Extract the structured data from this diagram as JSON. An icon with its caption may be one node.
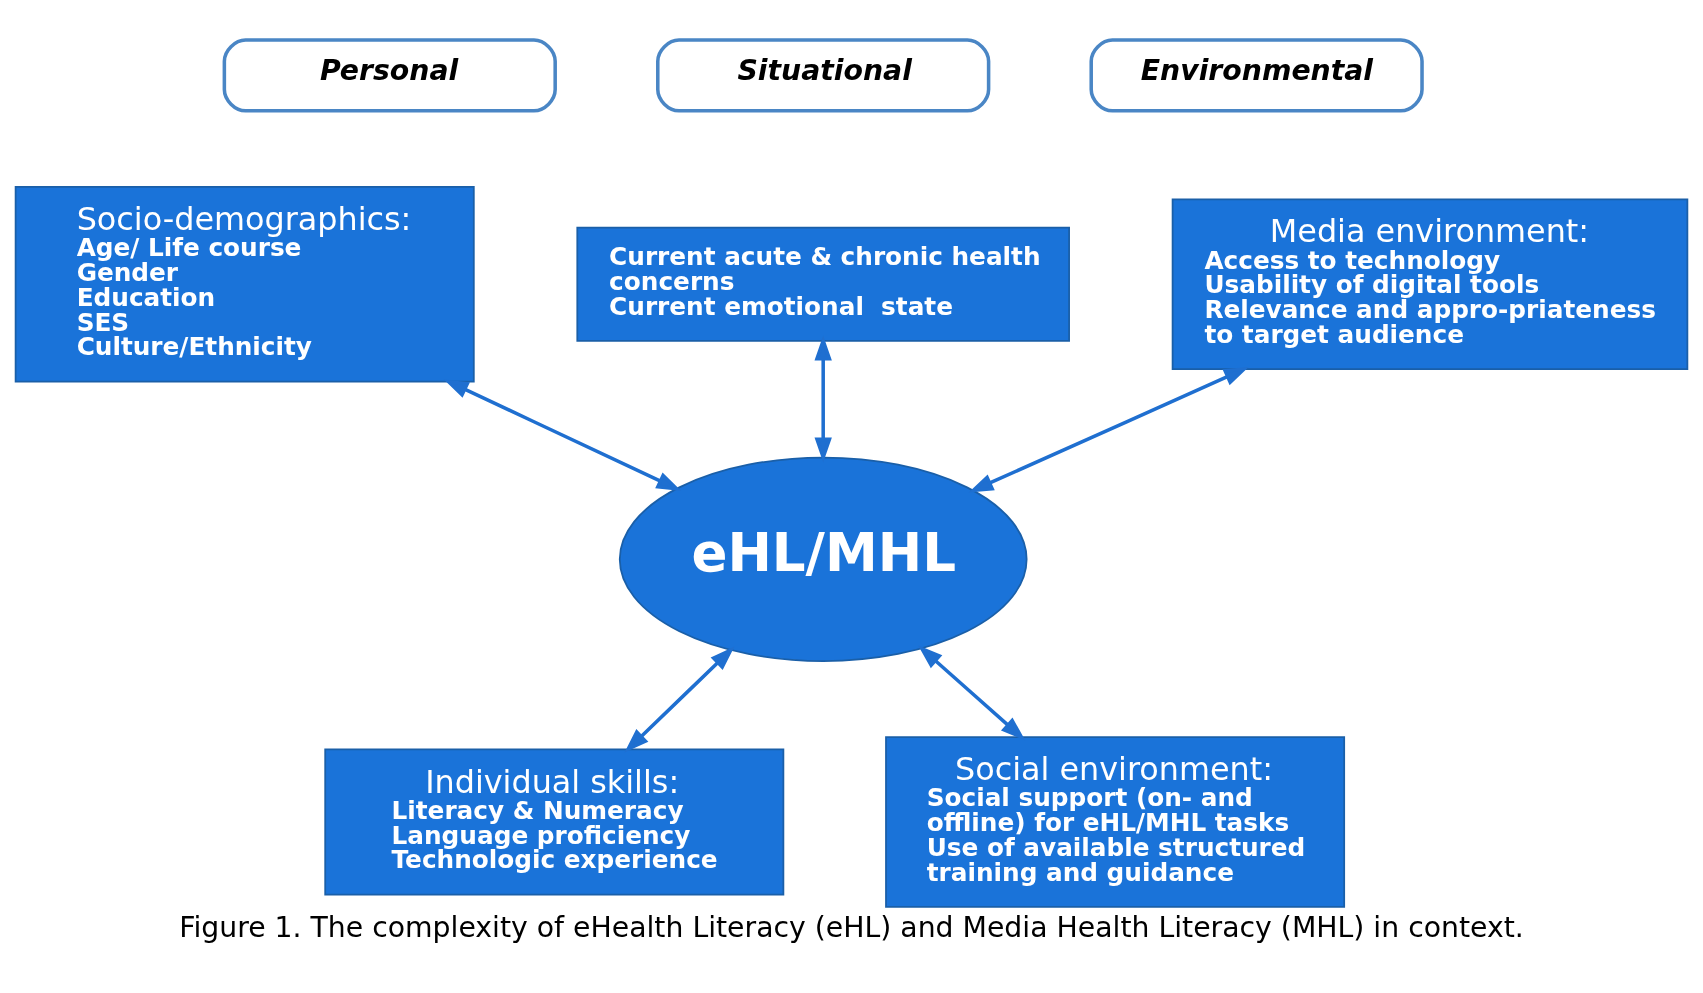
{
  "diagram": {
    "caption": "Figure 1. The complexity of eHealth Literacy (eHL) and Media Health Literacy (MHL) in context.",
    "nodes": [
      {
        "text": [
          "Personal"
        ]
      },
      {
        "text": [
          "Situational"
        ]
      },
      {
        "text": [
          "Environmental"
        ]
      },
      {
        "text": [
          "Socio-demographics:",
          "Age/ Life course",
          "Gender",
          "Education",
          "SES",
          "Culture/Ethnicity"
        ]
      },
      {
        "text": [
          "Current acute & chronic health concerns",
          "Current emotional  state"
        ]
      },
      {
        "text": [
          "Media environment:",
          "Access to technology",
          "Usability of digital tools",
          "Relevance and appro-priateness  to target audience"
        ]
      },
      {
        "text": [
          "eHL/MHL"
        ]
      },
      {
        "text": [
          "Individual skills:",
          "Literacy & Numeracy",
          "Language proficiency",
          "Technologic experience"
        ]
      },
      {
        "text": [
          "Social environment:",
          "Social support (on- and offline) for eHL/MHL tasks",
          "Use of available structured training and guidance"
        ]
      }
    ],
    "edges": [
      {
        "from": 3,
        "to": 6,
        "arrow": "both"
      },
      {
        "from": 4,
        "to": 6,
        "arrow": "both"
      },
      {
        "from": 5,
        "to": 6,
        "arrow": "both"
      },
      {
        "from": 6,
        "to": 7,
        "arrow": "both"
      },
      {
        "from": 6,
        "to": 8,
        "arrow": "both"
      }
    ]
  }
}
